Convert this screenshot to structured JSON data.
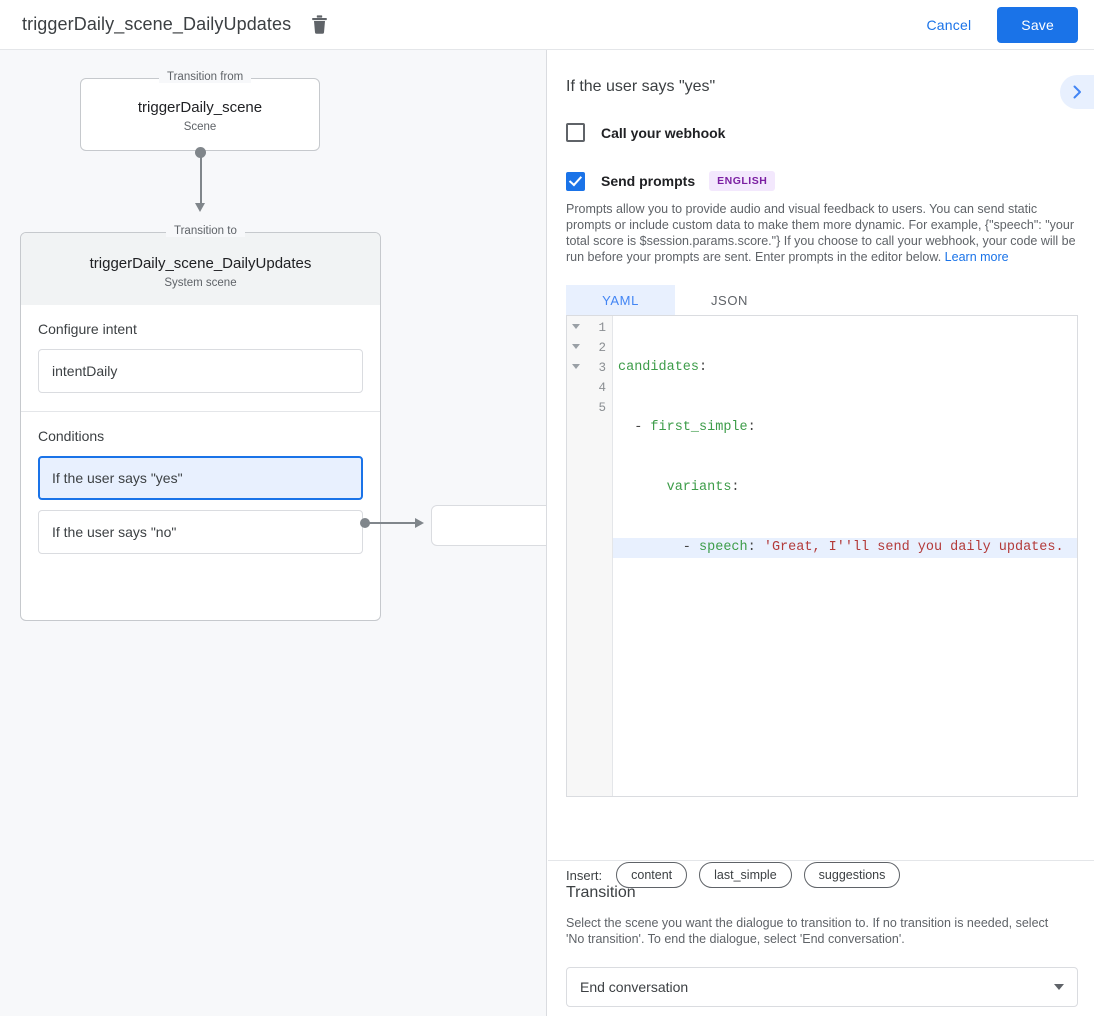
{
  "topbar": {
    "title": "triggerDaily_scene_DailyUpdates",
    "delete_icon": "trash-icon",
    "cancel_label": "Cancel",
    "save_label": "Save",
    "accent_color": "#1a73e8"
  },
  "canvas": {
    "transition_from": {
      "legend": "Transition from",
      "name": "triggerDaily_scene",
      "subtitle": "Scene"
    },
    "transition_to": {
      "legend": "Transition to",
      "name": "triggerDaily_scene_DailyUpdates",
      "subtitle": "System scene"
    },
    "intent": {
      "label": "Configure intent",
      "value": "intentDaily"
    },
    "conditions": {
      "label": "Conditions",
      "items": [
        {
          "label": "If the user says \"yes\"",
          "selected": true
        },
        {
          "label": "If the user says \"no\"",
          "selected": false
        }
      ]
    }
  },
  "panel": {
    "header": "If the user says \"yes\"",
    "expand_icon": "chevron-right-icon",
    "webhook": {
      "label": "Call your webhook",
      "checked": false
    },
    "prompts": {
      "label": "Send prompts",
      "checked": true,
      "language_badge": "ENGLISH",
      "description": "Prompts allow you to provide audio and visual feedback to users. You can send static prompts or include custom data to make them more dynamic. For example, {\"speech\": \"your total score is $session.params.score.\"} If you choose to call your webhook, your code will be run before your prompts are sent. Enter prompts in the editor below. ",
      "learn_more": "Learn more"
    },
    "editor": {
      "tabs": [
        {
          "label": "YAML",
          "active": true
        },
        {
          "label": "JSON",
          "active": false
        }
      ],
      "line_numbers": [
        "1",
        "2",
        "3",
        "4",
        "5"
      ],
      "fold_rows": [
        true,
        true,
        true,
        false,
        false
      ],
      "highlighted_line": 4,
      "lines": [
        {
          "n": "1",
          "key": "candidates",
          "punct": ":",
          "indent": 0,
          "dash": false,
          "str": ""
        },
        {
          "n": "2",
          "key": "first_simple",
          "punct": ":",
          "indent": 1,
          "dash": true,
          "str": ""
        },
        {
          "n": "3",
          "key": "variants",
          "punct": ":",
          "indent": 2,
          "dash": false,
          "str": ""
        },
        {
          "n": "4",
          "key": "speech",
          "punct": ":",
          "indent": 3,
          "dash": true,
          "str": "'Great, I''ll send you daily updates."
        },
        {
          "n": "5",
          "key": "",
          "punct": "",
          "indent": 0,
          "dash": false,
          "str": ""
        }
      ],
      "raw_line_1": "candidates:",
      "raw_line_2": "  - first_simple:",
      "raw_line_3": "      variants:",
      "raw_line_4": "        - speech: 'Great, I''ll send you daily updates.",
      "raw_line_5": ""
    },
    "insert": {
      "label": "Insert:",
      "chips": [
        "content",
        "last_simple",
        "suggestions"
      ]
    },
    "transition": {
      "title": "Transition",
      "description": "Select the scene you want the dialogue to transition to. If no transition is needed, select 'No transition'. To end the dialogue, select 'End conversation'.",
      "selected_value": "End conversation",
      "caret_icon": "chevron-down-icon"
    }
  }
}
